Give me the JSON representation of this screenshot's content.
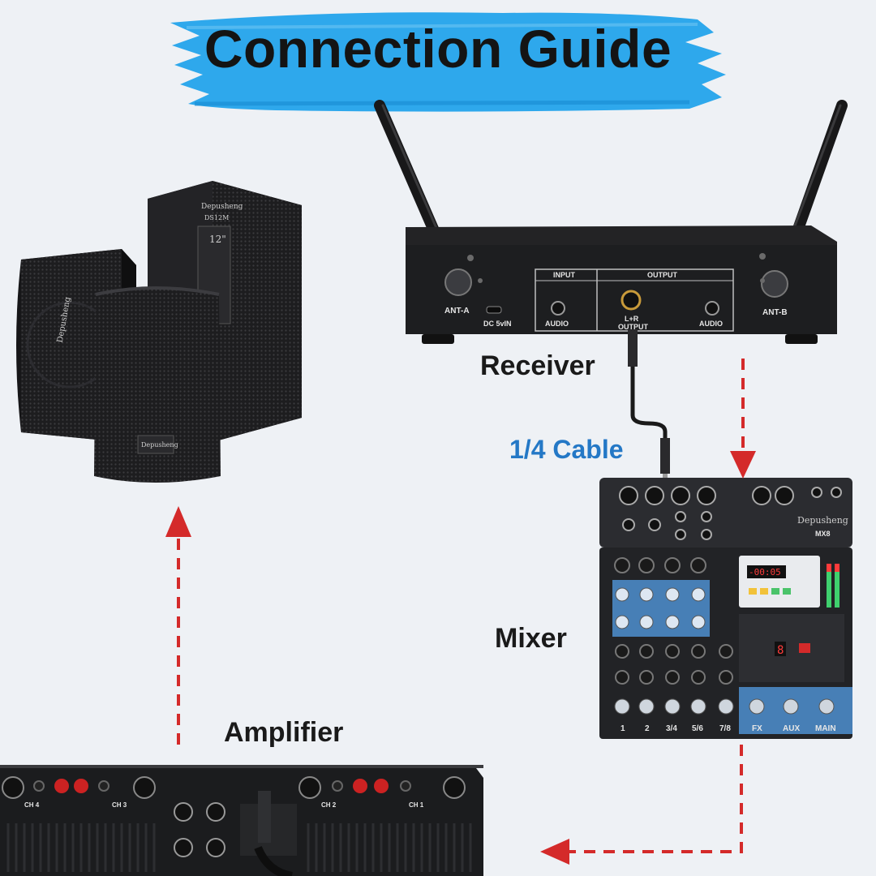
{
  "title": "Connection Guide",
  "labels": {
    "receiver": "Receiver",
    "cable": "1/4 Cable",
    "mixer": "Mixer",
    "amplifier": "Amplifier"
  },
  "receiver_panel": {
    "ant_a": "ANT-A",
    "ant_b": "ANT-B",
    "input": "INPUT",
    "output": "OUTPUT",
    "dc": "DC 5vIN",
    "audio_left": "AUDIO",
    "audio_right": "AUDIO",
    "lr_output_line1": "L+R",
    "lr_output_line2": "OUTPUT"
  },
  "speaker_branding": {
    "brand": "Depusheng",
    "model": "DS12M",
    "size": "12\""
  },
  "mixer_branding": {
    "brand": "Depusheng",
    "model": "MX8",
    "display": "-00:05",
    "channels": [
      "1",
      "2",
      "3/4",
      "5/6",
      "7/8"
    ],
    "bus_labels": [
      "FX",
      "AUX",
      "MAIN"
    ]
  },
  "amplifier_panel": {
    "ch_labels": [
      "CH 4",
      "CH 3",
      "CH 2",
      "CH 1"
    ]
  },
  "colors": {
    "brush": "#2ea8ec",
    "arrow": "#d42a2a",
    "device": "#1e1f22",
    "mixer_blue": "#4d8fd0"
  }
}
